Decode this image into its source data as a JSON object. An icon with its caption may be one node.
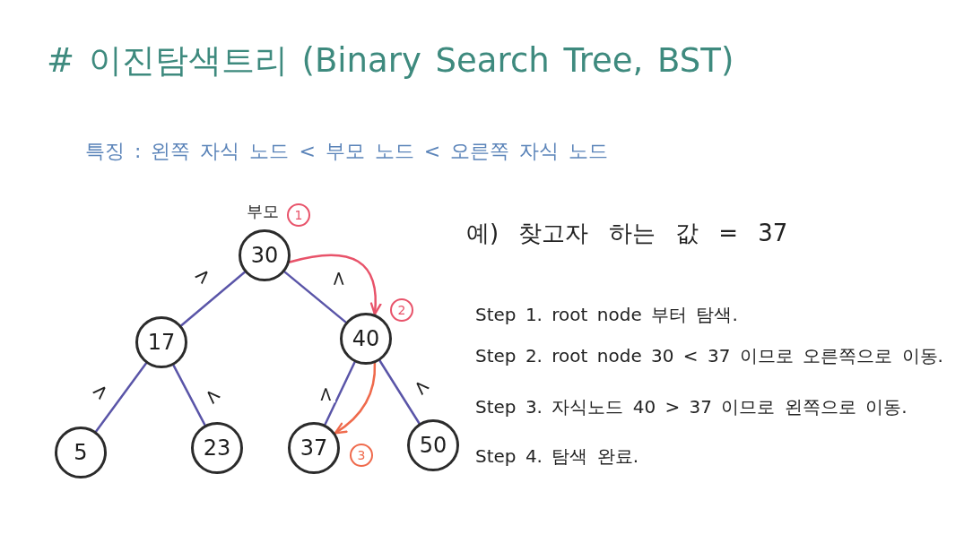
{
  "diagram": {
    "title": "# 이진탐색트리 (Binary Search Tree, BST)",
    "nodes": [
      {
        "text": [
          "30"
        ],
        "beside": [
          "부모",
          "1"
        ]
      },
      {
        "text": [
          "17"
        ]
      },
      {
        "text": [
          "40"
        ],
        "beside": [
          "2"
        ]
      },
      {
        "text": [
          "5"
        ]
      },
      {
        "text": [
          "23"
        ]
      },
      {
        "text": [
          "37"
        ],
        "beside": [
          "3"
        ]
      },
      {
        "text": [
          "50"
        ]
      }
    ],
    "edges": [
      {
        "from": 0,
        "to": 1,
        "arrow": "none",
        "label": ">"
      },
      {
        "from": 0,
        "to": 2,
        "arrow": "none",
        "label": "<"
      },
      {
        "from": 1,
        "to": 3,
        "arrow": "none",
        "label": ">"
      },
      {
        "from": 1,
        "to": 4,
        "arrow": "none",
        "label": "<"
      },
      {
        "from": 2,
        "to": 5,
        "arrow": "none",
        "label": ">"
      },
      {
        "from": 2,
        "to": 6,
        "arrow": "none",
        "label": "<"
      },
      {
        "from": 0,
        "to": 2,
        "arrow": "to",
        "color": "#e8536a"
      },
      {
        "from": 2,
        "to": 5,
        "arrow": "to",
        "color": "#ef6a4c"
      }
    ],
    "labels": [
      "특징 : 왼쪽 자식 노드 < 부모 노드 < 오른쪽 자식 노드",
      "예) 찾고자 하는 값 = 37",
      "Step 1. root node 부터 탐색.",
      "Step 2. root node 30 < 37 이므로 오른쪽으로 이동.",
      "Step 3. 자식노드 40 > 37 이므로 왼쪽으로 이동.",
      "Step 4. 탐색 완료."
    ]
  }
}
